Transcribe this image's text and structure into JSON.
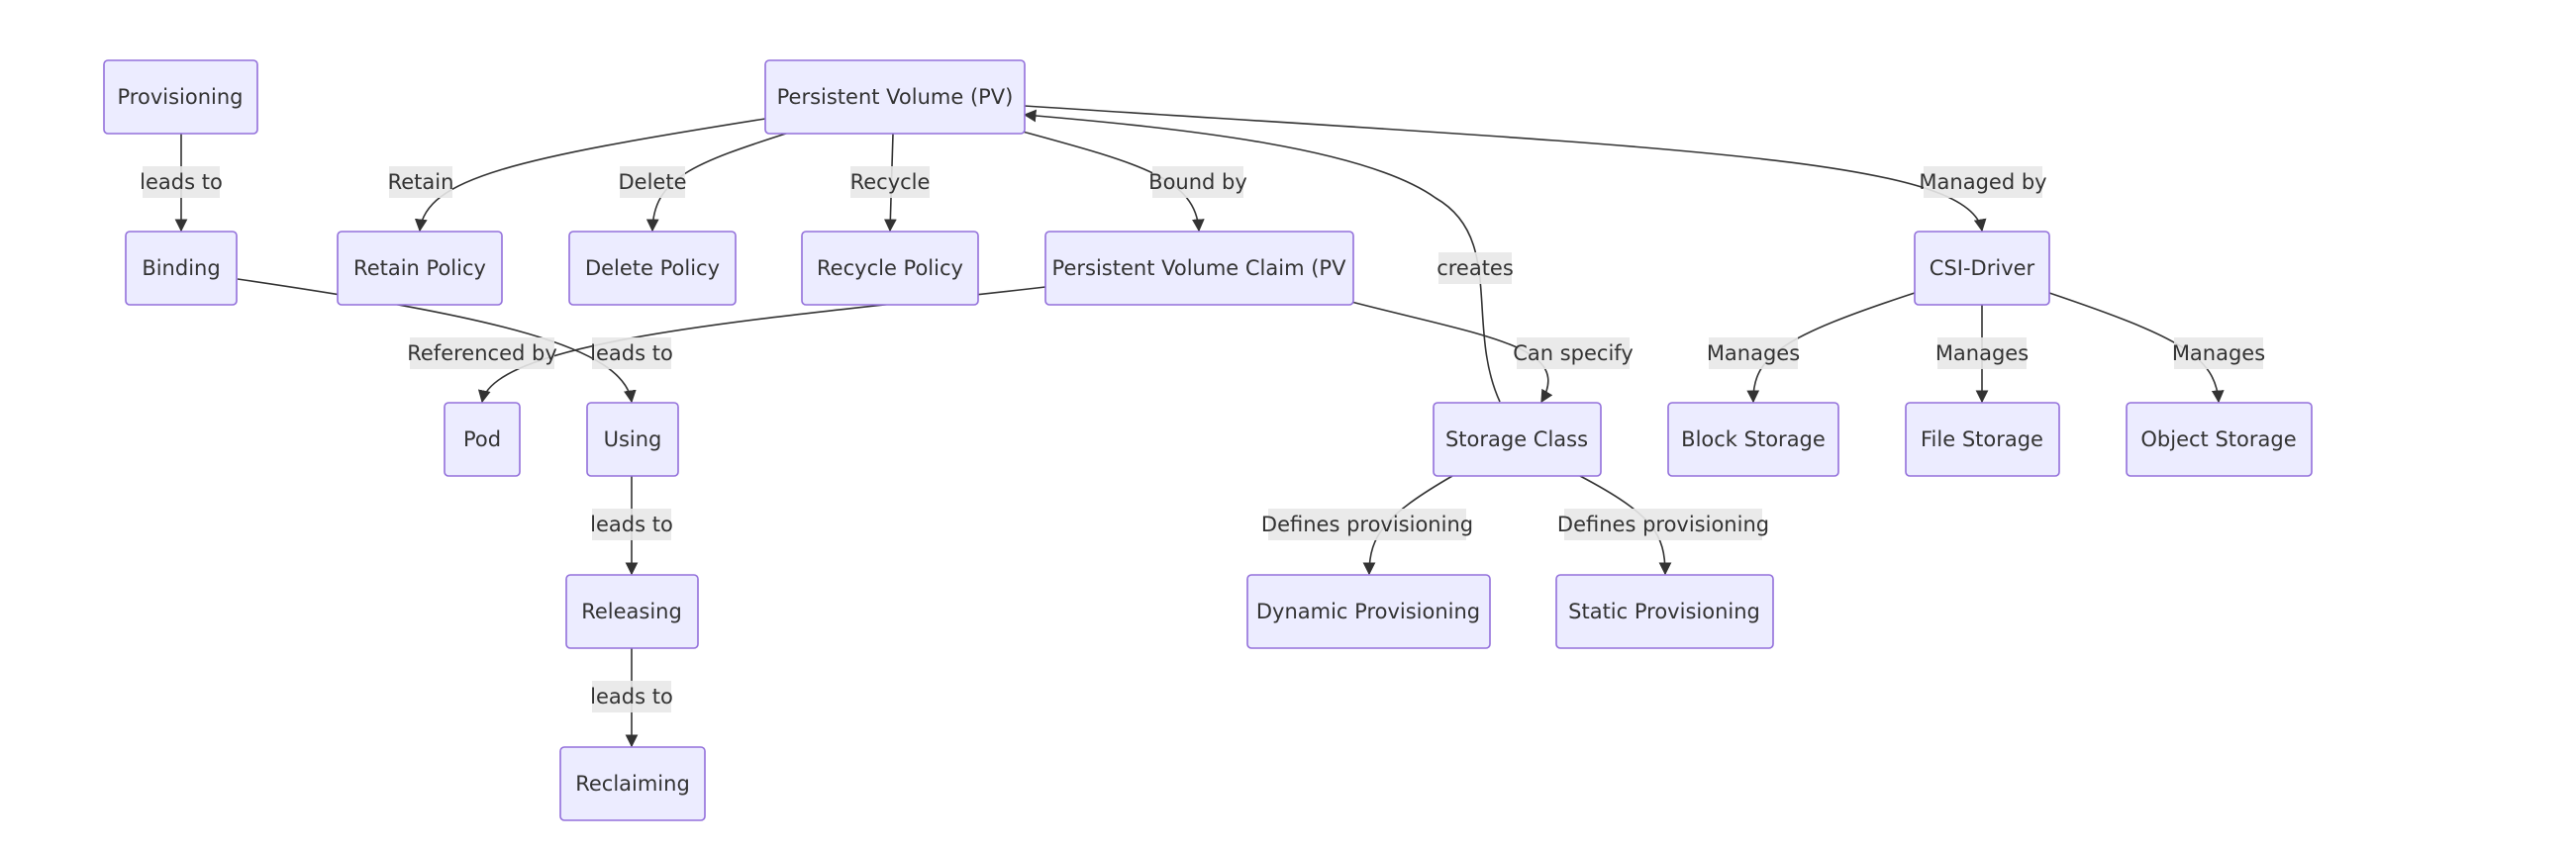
{
  "diagram": {
    "type": "flowchart",
    "colors": {
      "node_fill": "#ececff",
      "node_border": "#9370db",
      "edge": "#333333",
      "label_bg": "#e8e8e8",
      "text": "#333333"
    },
    "nodes": {
      "provisioning": "Provisioning",
      "pv": "Persistent Volume (PV)",
      "binding": "Binding",
      "retain_policy": "Retain Policy",
      "delete_policy": "Delete Policy",
      "recycle_policy": "Recycle Policy",
      "pvc": "Persistent Volume Claim (PV",
      "csi_driver": "CSI-Driver",
      "pod": "Pod",
      "using": "Using",
      "storage_class": "Storage Class",
      "block_storage": "Block Storage",
      "file_storage": "File Storage",
      "object_storage": "Object Storage",
      "releasing": "Releasing",
      "dynamic_provisioning": "Dynamic Provisioning",
      "static_provisioning": "Static Provisioning",
      "reclaiming": "Reclaiming"
    },
    "edges": {
      "e1": "leads to",
      "e2": "Retain",
      "e3": "Delete",
      "e4": "Recycle",
      "e5": "Bound by",
      "e6": "Managed by",
      "e7": "Referenced by",
      "e8": "leads to",
      "e9": "creates",
      "e10": "Can specify",
      "e11": "Manages",
      "e12": "Manages",
      "e13": "Manages",
      "e14": "leads to",
      "e15": "Defines provisioning",
      "e16": "Defines provisioning",
      "e17": "leads to"
    }
  }
}
